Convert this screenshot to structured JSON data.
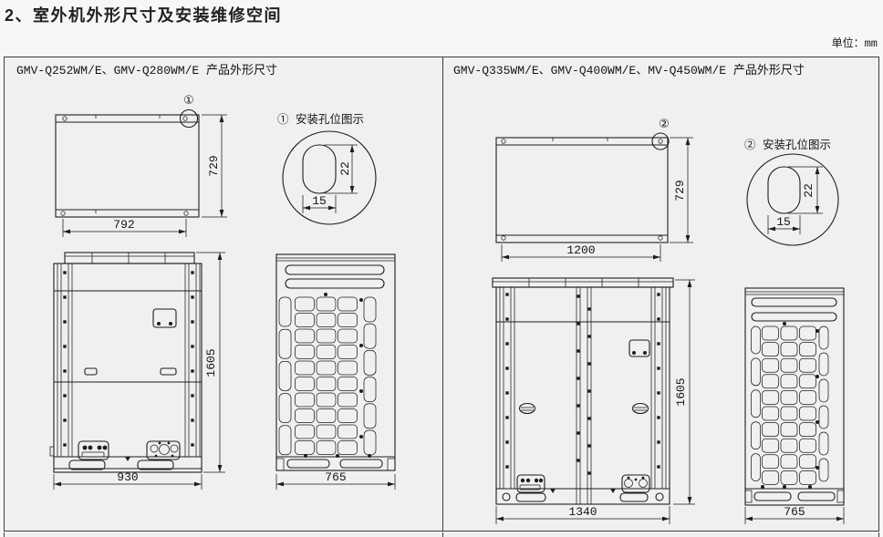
{
  "page": {
    "title": "2、室外机外形尺寸及安装维修空间",
    "unit_label": "单位：mm"
  },
  "panels": {
    "left": {
      "header": "GMV-Q252WM/E、GMV-Q280WM/E 产品外形尺寸",
      "hole_note": "① 安装孔位图示",
      "marker": "①",
      "top_view": {
        "width": "792",
        "depth": "729"
      },
      "front_view": {
        "width": "930",
        "height": "1605"
      },
      "side_view": {
        "width": "765"
      },
      "hole": {
        "height": "22",
        "width": "15"
      }
    },
    "right": {
      "header": "GMV-Q335WM/E、GMV-Q400WM/E、MV-Q450WM/E 产品外形尺寸",
      "hole_note": "② 安装孔位图示",
      "marker": "②",
      "top_view": {
        "width": "1200",
        "depth": "729"
      },
      "front_view": {
        "width": "1340",
        "height": "1605"
      },
      "side_view": {
        "width": "765"
      },
      "hole": {
        "height": "22",
        "width": "15"
      }
    }
  }
}
